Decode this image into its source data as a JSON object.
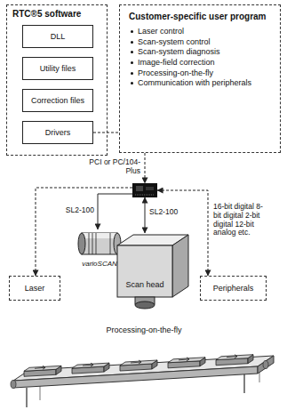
{
  "diagram": {
    "nodes": [
      {
        "text": [
          "RTC®5 software"
        ]
      },
      {
        "text": [
          "DLL"
        ],
        "in": 0
      },
      {
        "text": [
          "Utility files"
        ],
        "in": 0
      },
      {
        "text": [
          "Correction files"
        ],
        "in": 0
      },
      {
        "text": [
          "Drivers"
        ],
        "in": 0
      },
      {
        "text": [
          "Customer-specific user program",
          "Laser control",
          "Scan-system control",
          "Scan-system diagnosis",
          "Image-field correction",
          "Processing-on-the-fly",
          "Communication with peripherals"
        ]
      },
      {
        "text": []
      },
      {
        "text": [
          "Laser"
        ]
      },
      {
        "text": [
          "varioSCAN"
        ]
      },
      {
        "text": [
          "Scan head"
        ]
      },
      {
        "text": [
          "Peripherals"
        ]
      }
    ],
    "edges": [
      {
        "from": 4,
        "to": 5,
        "arrow": "none"
      },
      {
        "from": 5,
        "to": 6,
        "label": "PCI or PC/104-Plus",
        "arrow": "to"
      },
      {
        "from": 6,
        "to": 7,
        "arrow": "to"
      },
      {
        "from": 6,
        "to": 8,
        "label": "SL2-100",
        "arrow": "to"
      },
      {
        "from": 6,
        "to": 9,
        "label": "SL2-100",
        "arrow": "both"
      },
      {
        "from": 6,
        "to": 10,
        "label": "16-bit digital 8-bit digital 2-bit digital 12-bit analog etc.",
        "arrow": "both"
      }
    ],
    "labels": [
      "Processing-on-the-fly"
    ]
  }
}
